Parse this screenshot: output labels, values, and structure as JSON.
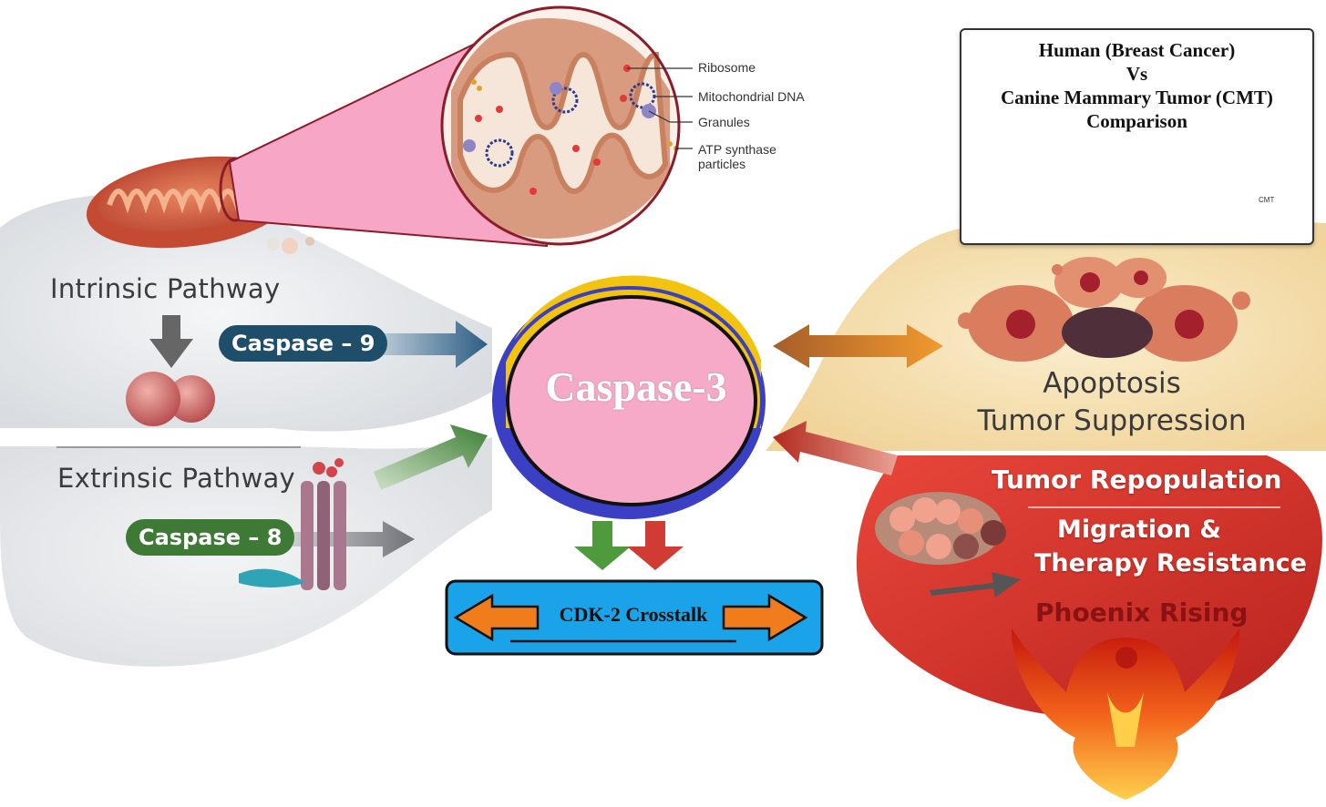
{
  "left": {
    "intrinsic_title": "Intrinsic Pathway",
    "caspase9_label": "Caspase – 9",
    "extrinsic_title": "Extrinsic Pathway",
    "caspase8_label": "Caspase – 8"
  },
  "zoom": {
    "labels": [
      "Ribosome",
      "Mitochondrial DNA",
      "Granules",
      "ATP synthase",
      "particles"
    ]
  },
  "center": {
    "title": "Caspase-3",
    "crosstalk": "CDK-2 Crosstalk"
  },
  "comparison": {
    "line1": "Human (Breast Cancer)",
    "line2": "Vs",
    "line3": "Canine Mammary Tumor (CMT)",
    "line4": "Comparison",
    "mini_label": "CMT"
  },
  "right": {
    "apoptosis": "Apoptosis",
    "suppression": "Tumor Suppression",
    "repopulation": "Tumor Repopulation",
    "migration": "Migration &",
    "resistance": "Therapy Resistance",
    "phoenix": "Phoenix Rising"
  },
  "colors": {
    "caspase9_pill": "#1f4e6b",
    "caspase8_pill": "#3e7a36",
    "center_fill": "#f7aac8",
    "center_ring_blue": "#3a3fc4",
    "center_ring_yellow": "#f2c40f",
    "crosstalk_box": "#1aa3e8",
    "red_panel": "#d8312a",
    "apoptosis_bg": "#f6dfb0"
  }
}
